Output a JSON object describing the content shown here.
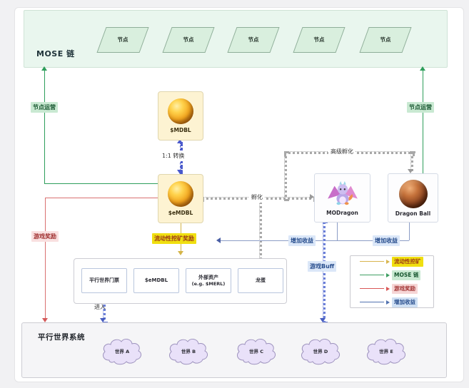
{
  "mose_chain": {
    "label": "MOSE 链",
    "nodes": [
      "节点",
      "节点",
      "节点",
      "节点",
      "节点"
    ]
  },
  "tokens": {
    "mdbl": {
      "label": "$MDBL"
    },
    "emdbl": {
      "label": "$eMDBL"
    },
    "modragon": {
      "label": "MODragon"
    },
    "dragon_ball": {
      "label": "Dragon Ball"
    }
  },
  "edges": {
    "node_ops_left": {
      "label": "节点运营",
      "color": "#2e9e5b"
    },
    "node_ops_right": {
      "label": "节点运营",
      "color": "#2e9e5b"
    },
    "convert": {
      "label": "1:1 转换",
      "color": "#4a5acc"
    },
    "hatch": {
      "label": "孵化",
      "color": "#a8a8a8"
    },
    "advanced_hatch": {
      "label": "高级孵化",
      "color": "#a8a8a8"
    },
    "game_reward": {
      "label": "游戏奖励",
      "color": "#d97070"
    },
    "liquidity_reward": {
      "label": "流动性挖矿奖励",
      "color": "#d4b448",
      "highlight": "#f0df10"
    },
    "boost_left": {
      "label": "增加收益",
      "color": "#8b9cc6"
    },
    "boost_right": {
      "label": "增加收益",
      "color": "#8b9cc6"
    },
    "game_buff": {
      "label": "游戏Buff",
      "color": "#6b7fd7"
    },
    "enter": {
      "label": "进入",
      "color": "#6b7fd7"
    }
  },
  "assets_panel": {
    "items": [
      {
        "label": "平行世界门票"
      },
      {
        "label": "$eMDBL"
      },
      {
        "label": "外部资产",
        "sub": "(e.g. $MERL)"
      },
      {
        "label": "龙蛋"
      }
    ]
  },
  "legend": {
    "items": [
      {
        "label": "流动性挖矿",
        "color": "#d8b54e",
        "bg": "#f0df10"
      },
      {
        "label": "MOSE 链",
        "color": "#3f9e63",
        "bg": "#c9e9d2"
      },
      {
        "label": "游戏奖励",
        "color": "#d95757",
        "bg": "#f6d6d6"
      },
      {
        "label": "增加收益",
        "color": "#5272b0",
        "bg": "#cfe0f4"
      }
    ]
  },
  "world_system": {
    "label": "平行世界系统",
    "worlds": [
      "世界 A",
      "世界 B",
      "世界 C",
      "世界 D",
      "世界 E"
    ]
  }
}
